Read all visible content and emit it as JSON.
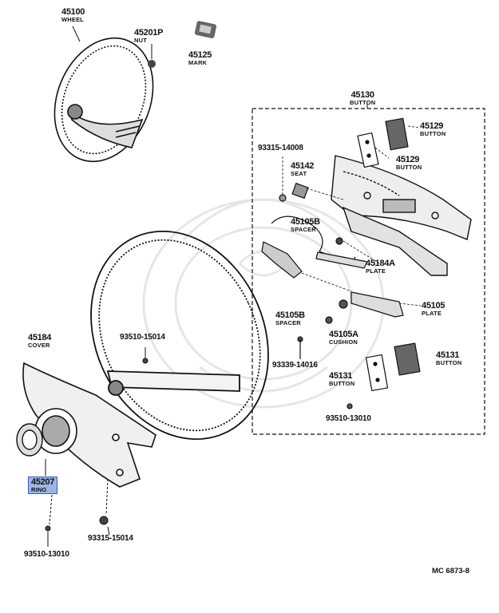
{
  "diagram_code": "MC 6873-8",
  "parts": {
    "p45100": {
      "number": "45100",
      "name": "WHEEL"
    },
    "p45201P": {
      "number": "45201P",
      "name": "NUT"
    },
    "p45125": {
      "number": "45125",
      "name": "MARK"
    },
    "p45130": {
      "number": "45130",
      "name": "BUTTON"
    },
    "p45129a": {
      "number": "45129",
      "name": "BUTTON"
    },
    "p45129b": {
      "number": "45129",
      "name": "BUTTON"
    },
    "p93315_14008": {
      "number": "93315-14008"
    },
    "p45142": {
      "number": "45142",
      "name": "SEAT"
    },
    "p45105B_a": {
      "number": "45105B",
      "name": "SPACER"
    },
    "p45184A": {
      "number": "45184A",
      "name": "PLATE"
    },
    "p45105B_b": {
      "number": "45105B",
      "name": "SPACER"
    },
    "p45105A": {
      "number": "45105A",
      "name": "CUSHION"
    },
    "p45105": {
      "number": "45105",
      "name": "PLATE"
    },
    "p93339_14016": {
      "number": "93339-14016"
    },
    "p45131a": {
      "number": "45131",
      "name": "BUTTON"
    },
    "p45131b": {
      "number": "45131",
      "name": "BUTTON"
    },
    "p93510_13010a": {
      "number": "93510-13010"
    },
    "p45184": {
      "number": "45184",
      "name": "COVER"
    },
    "p93510_15014": {
      "number": "93510-15014"
    },
    "p45207": {
      "number": "45207",
      "name": "RING"
    },
    "p93315_15014": {
      "number": "93315-15014"
    },
    "p93510_13010b": {
      "number": "93510-13010"
    }
  },
  "colors": {
    "ink": "#111111",
    "highlight": "#9db4e6",
    "watermark": "#e4e4e4"
  }
}
